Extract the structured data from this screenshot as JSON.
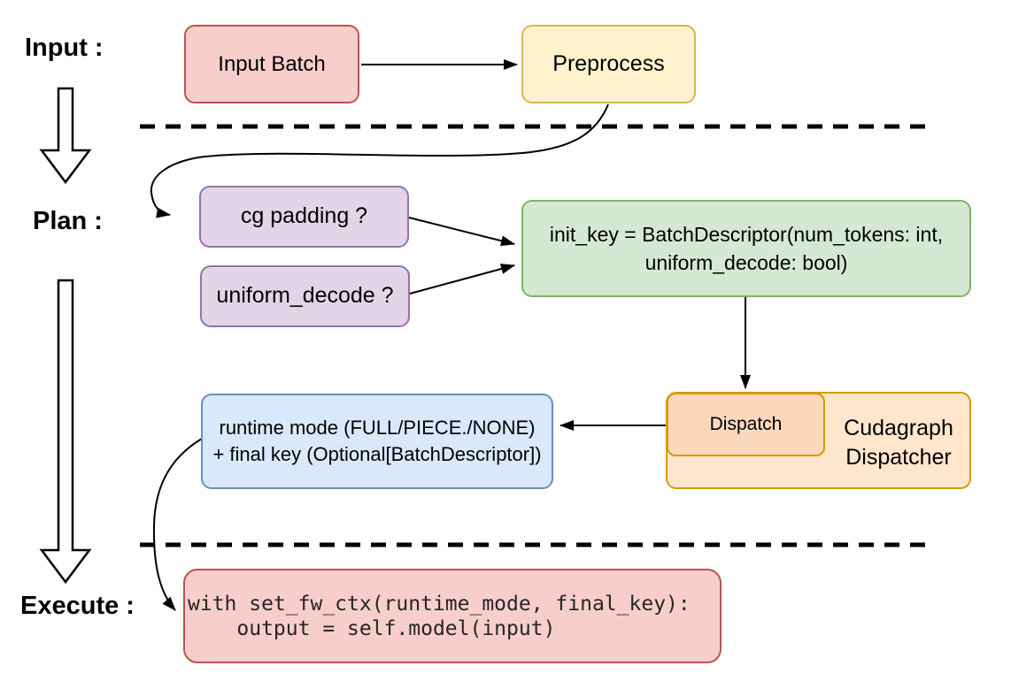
{
  "stages": {
    "input": "Input :",
    "plan": "Plan :",
    "execute": "Execute :"
  },
  "nodes": {
    "input_batch": {
      "label": "Input Batch"
    },
    "preprocess": {
      "label": "Preprocess"
    },
    "cg_padding": {
      "label": "cg padding ?"
    },
    "uniform_decode": {
      "label": "uniform_decode ?"
    },
    "init_key": {
      "line1": "init_key = BatchDescriptor(num_tokens: int,",
      "line2": "uniform_decode: bool)"
    },
    "dispatch": {
      "label": "Dispatch"
    },
    "cudagraph_dispatcher": {
      "line1": "Cudagraph",
      "line2": "Dispatcher"
    },
    "runtime_mode": {
      "line1": "runtime mode (FULL/PIECE./NONE)",
      "line2": "+ final key (Optional[BatchDescriptor])"
    },
    "execute_code": {
      "line1": "with set_fw_ctx(runtime_mode, final_key):",
      "line2": "    output = self.model(input)"
    }
  },
  "colors": {
    "pink_fill": "#F8CECC",
    "pink_stroke": "#B85450",
    "yellow_fill": "#FFF2CC",
    "yellow_stroke": "#D6B656",
    "purple_fill": "#E1D5E7",
    "purple_stroke": "#9673A6",
    "green_fill": "#D5E8D4",
    "green_stroke": "#82B366",
    "blue_fill": "#DAE8FC",
    "blue_stroke": "#6C8EBF",
    "orange_fill": "#FFE6CC",
    "orange_inner_fill": "#FBD8BC",
    "orange_stroke": "#D79B00",
    "connector": "#000000"
  }
}
